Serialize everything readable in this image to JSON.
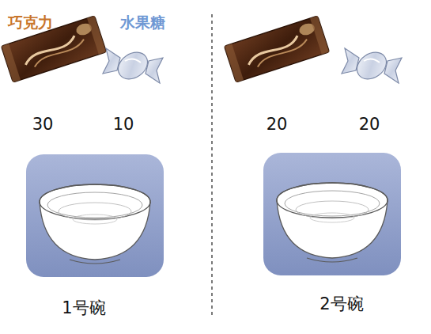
{
  "diagram": {
    "labels": [
      "巧克力",
      "水果糖",
      "30",
      "10",
      "20",
      "20",
      "1号碗",
      "2号碗"
    ]
  }
}
